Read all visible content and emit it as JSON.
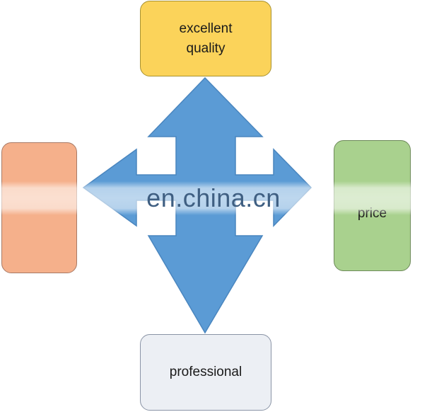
{
  "boxes": {
    "top": {
      "label": "excellent\nquality",
      "color": "#fbd35a"
    },
    "left": {
      "label": "",
      "color": "#f5b08b"
    },
    "right": {
      "label": "price",
      "color": "#a9d18e"
    },
    "bottom": {
      "label": "professional",
      "color": "#eceff4"
    }
  },
  "arrow": {
    "shape": "four-way-arrow",
    "color": "#5b9bd5"
  },
  "watermark": {
    "text": "en.china.cn"
  }
}
